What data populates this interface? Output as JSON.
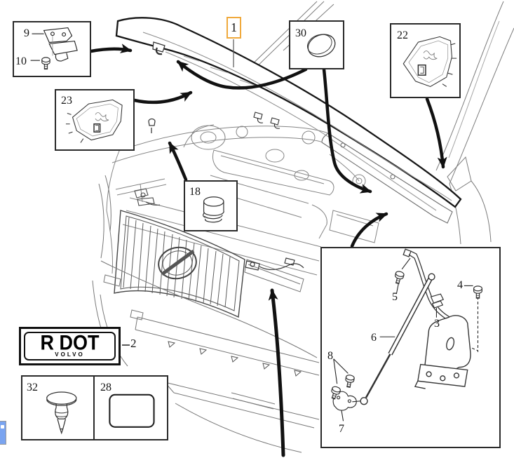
{
  "app": {
    "type": "parts-catalog-diagram",
    "subject": "Hood / bonnet assembly exploded view"
  },
  "highlighted_item": "1",
  "colors": {
    "highlight_box": "#f0a93c",
    "line": "#1a1a1a",
    "light_line": "#808080",
    "extension_tab": "#7aa4f0"
  },
  "labels": {
    "item1": "1",
    "item2": "2",
    "item3": "3",
    "item4": "4",
    "item5": "5",
    "item6": "6",
    "item7": "7",
    "item8": "8",
    "item9": "9",
    "item10": "10",
    "item18": "18",
    "item22": "22",
    "item23": "23",
    "item28": "28",
    "item30": "30",
    "item32": "32"
  },
  "plate": {
    "text": "R DOT",
    "brand": "VOLVO"
  }
}
